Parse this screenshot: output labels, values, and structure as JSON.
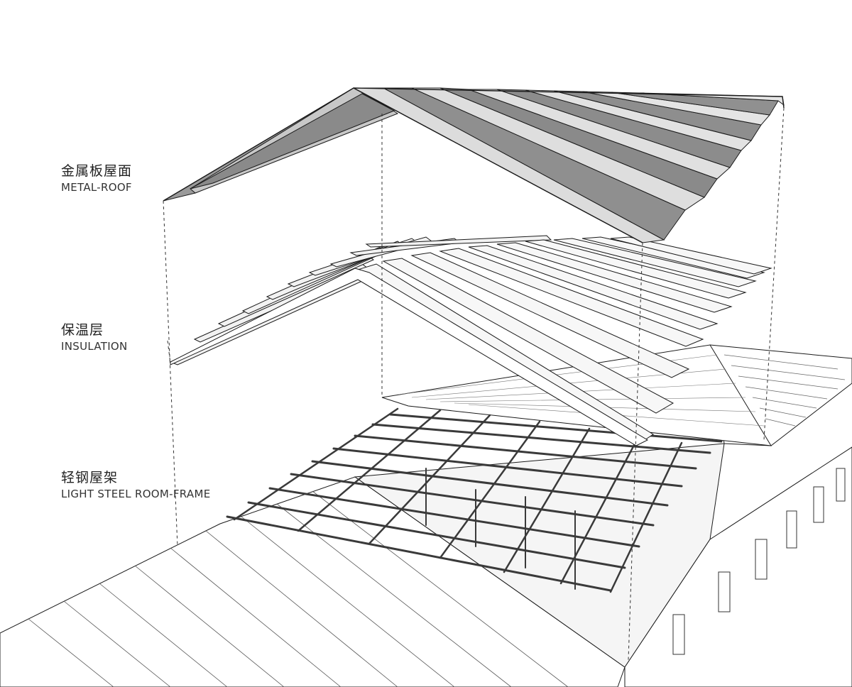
{
  "layers": [
    {
      "id": "roof",
      "zh": "金属板屋面",
      "en": "METAL-ROOF"
    },
    {
      "id": "insulation",
      "zh": "保温层",
      "en": "INSULATION"
    },
    {
      "id": "frame",
      "zh": "轻钢屋架",
      "en": "LIGHT STEEL ROOM-FRAME"
    }
  ],
  "colors": {
    "line": "#1a1a1a",
    "roof_dark": "#8c8c8c",
    "roof_light": "#d6d6d6",
    "insulation_face": "#f2f2f2",
    "steel": "#3a3a3a",
    "glass": "#e9e9e9"
  }
}
